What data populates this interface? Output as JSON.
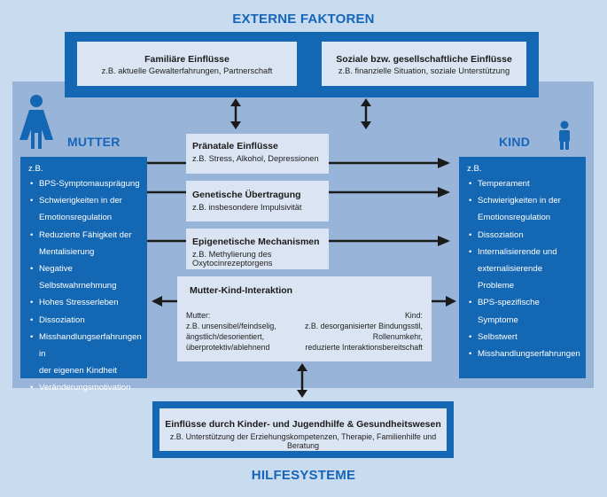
{
  "external": {
    "heading": "EXTERNE FAKTOREN",
    "left_title": "Familiäre Einflüsse",
    "left_sub": "z.B. aktuelle Gewalterfahrungen, Partnerschaft",
    "right_title": "Soziale bzw. gesellschaftliche Einflüsse",
    "right_sub": "z.B. finanzielle Situation, soziale Unterstützung"
  },
  "mother": {
    "heading": "MUTTER",
    "zb": "z.B.",
    "items": [
      "BPS-Symptomausprägung",
      "Schwierigkeiten in der",
      "Emotionsregulation",
      "Reduzierte Fähigkeit der",
      "Mentalisierung",
      "Negative Selbstwahrnehmung",
      "Hohes Stresserleben",
      "Dissoziation",
      "Misshandlungserfahrungen in",
      "der eigenen Kindheit",
      "Veränderungsmotivation"
    ]
  },
  "child": {
    "heading": "KIND",
    "zb": "z.B.",
    "items": [
      "Temperament",
      "Schwierigkeiten in der",
      "Emotionsregulation",
      "Dissoziation",
      "Internalisierende und",
      "externalisierende Probleme",
      "BPS-spezifische",
      "Symptome",
      "Selbstwert",
      "Misshandlungserfahrungen"
    ]
  },
  "center": {
    "prenatal_title": "Pränatale Einflüsse",
    "prenatal_sub": "z.B. Stress, Alkohol, Depressionen",
    "genetic_title": "Genetische Übertragung",
    "genetic_sub": "z.B. insbesondere Impulsivität",
    "epi_title": "Epigenetische Mechanismen",
    "epi_sub": "z.B. Methylierung des Oxytocinrezeptorgens"
  },
  "interaction": {
    "title": "Mutter-Kind-Interaktion",
    "mother_label": "Mutter:",
    "mother_lines": [
      "z.B. unsensibel/feindselig,",
      "ängstlich/desorientiert,",
      "überprotektiv/ablehnend"
    ],
    "child_label": "Kind:",
    "child_lines": [
      "z.B. desorganisierter Bindungsstil,",
      "Rollenumkehr,",
      "reduzierte Interaktionsbereitschaft"
    ]
  },
  "help": {
    "title": "Einflüsse durch Kinder- und Jugendhilfe & Gesundheitswesen",
    "sub": "z.B. Unterstützung der Erziehungskompetenzen, Therapie, Familienhilfe und Beratung",
    "heading": "HILFESYSTEME"
  },
  "colors": {
    "background": "#c9dcef",
    "band": "#98b4d9",
    "accent_blue": "#1467b3",
    "light_box": "#dbe4f2"
  }
}
